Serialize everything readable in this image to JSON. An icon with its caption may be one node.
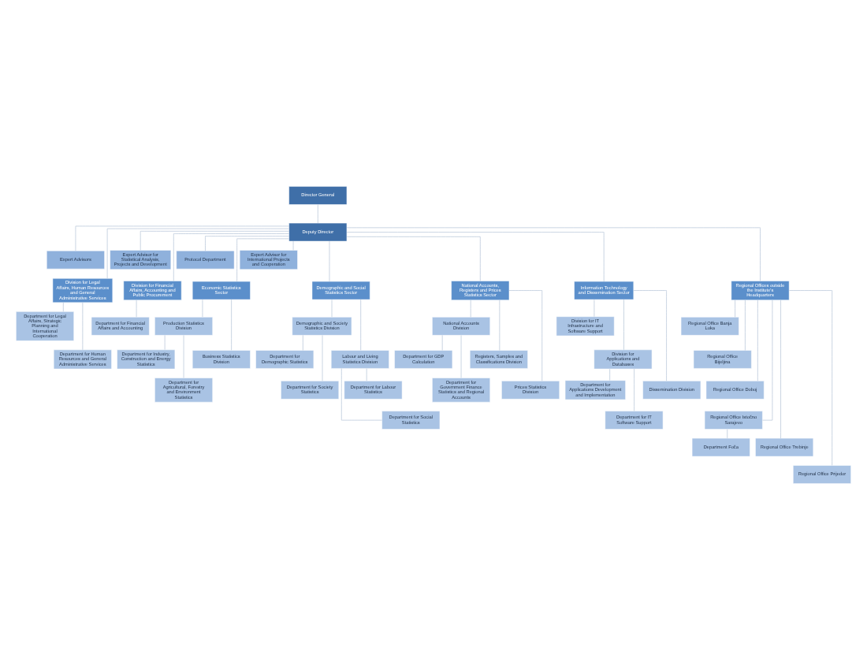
{
  "diagram": {
    "nodes": [
      {
        "text": [
          "Director General"
        ]
      },
      {
        "text": [
          "Deputy Director"
        ]
      },
      {
        "text": [
          "Expert Advisors"
        ]
      },
      {
        "text": [
          "Expert Advisor for Statistical Analysis, Projects and Development"
        ]
      },
      {
        "text": [
          "Protocol Department"
        ]
      },
      {
        "text": [
          "Expert Advisor for International Projects and Cooperation"
        ]
      },
      {
        "text": [
          "Division for Legal Affairs, Human Resources and General Administrative Services"
        ]
      },
      {
        "text": [
          "Department for Legal Affairs, Strategic Planning and International Cooperation"
        ]
      },
      {
        "text": [
          "Department for Human Resources and General Administrative Services"
        ]
      },
      {
        "text": [
          "Division for Financial Affairs, Accounting and Public Procurement"
        ]
      },
      {
        "text": [
          "Department for Financial Affairs and Accounting"
        ]
      },
      {
        "text": [
          "Economic Statistics Sector"
        ]
      },
      {
        "text": [
          "Production Statistics Division"
        ]
      },
      {
        "text": [
          "Department for Industry, Construction and Energy Statistics"
        ]
      },
      {
        "text": [
          "Department for Agricultural, Forestry and Environment Statistics"
        ]
      },
      {
        "text": [
          "Business Statistics Division"
        ]
      },
      {
        "text": [
          "Demographic and Social Statistics Sector"
        ]
      },
      {
        "text": [
          "Demographic and Society Statistics Division"
        ]
      },
      {
        "text": [
          "Department for Demographic Statistics"
        ]
      },
      {
        "text": [
          "Department for Society Statistics"
        ]
      },
      {
        "text": [
          "Labour and Living Statistics Division"
        ]
      },
      {
        "text": [
          "Department for Labour Statistics"
        ]
      },
      {
        "text": [
          "Department for Social Statistics"
        ]
      },
      {
        "text": [
          "National Accounts, Registers and Prices Statistics Sector"
        ]
      },
      {
        "text": [
          "National Accounts Division"
        ]
      },
      {
        "text": [
          "Department for GDP Calculation"
        ]
      },
      {
        "text": [
          "Department for Government Finance Statistics and Regional Accounts"
        ]
      },
      {
        "text": [
          "Registers, Samples and Classifications Division"
        ]
      },
      {
        "text": [
          "Prices Statistics Division"
        ]
      },
      {
        "text": [
          "Information Technology and Dissemination Sector"
        ]
      },
      {
        "text": [
          "Division for IT Infrastructure and Software Support"
        ]
      },
      {
        "text": [
          "Division for Applications and Databases"
        ]
      },
      {
        "text": [
          "Department for Applications Development and Implementation"
        ]
      },
      {
        "text": [
          "Department for IT Software Support"
        ]
      },
      {
        "text": [
          "Dissemination Division"
        ]
      },
      {
        "text": [
          "Regional Offices outside the Institute's Headquarters"
        ]
      },
      {
        "text": [
          "Regional Office Banja Luka"
        ]
      },
      {
        "text": [
          "Regional Office Bijeljina"
        ]
      },
      {
        "text": [
          "Regional Office Doboj"
        ]
      },
      {
        "text": [
          "Regional Office Istočno Sarajevo"
        ]
      },
      {
        "text": [
          "Department Foča"
        ]
      },
      {
        "text": [
          "Regional Office Trebinje"
        ]
      },
      {
        "text": [
          "Regional Office Prijedor"
        ]
      }
    ],
    "edges": [
      {
        "from": 0,
        "to": 1,
        "arrow": "none"
      },
      {
        "from": 1,
        "to": 2,
        "arrow": "none"
      },
      {
        "from": 1,
        "to": 3,
        "arrow": "none"
      },
      {
        "from": 1,
        "to": 4,
        "arrow": "none"
      },
      {
        "from": 1,
        "to": 5,
        "arrow": "none"
      },
      {
        "from": 1,
        "to": 6,
        "arrow": "none"
      },
      {
        "from": 6,
        "to": 7,
        "arrow": "none"
      },
      {
        "from": 6,
        "to": 8,
        "arrow": "none"
      },
      {
        "from": 1,
        "to": 9,
        "arrow": "none"
      },
      {
        "from": 9,
        "to": 10,
        "arrow": "none"
      },
      {
        "from": 1,
        "to": 11,
        "arrow": "none"
      },
      {
        "from": 11,
        "to": 12,
        "arrow": "none"
      },
      {
        "from": 12,
        "to": 13,
        "arrow": "none"
      },
      {
        "from": 12,
        "to": 14,
        "arrow": "none"
      },
      {
        "from": 11,
        "to": 15,
        "arrow": "none"
      },
      {
        "from": 1,
        "to": 16,
        "arrow": "none"
      },
      {
        "from": 16,
        "to": 17,
        "arrow": "none"
      },
      {
        "from": 17,
        "to": 18,
        "arrow": "none"
      },
      {
        "from": 17,
        "to": 19,
        "arrow": "none"
      },
      {
        "from": 16,
        "to": 20,
        "arrow": "none"
      },
      {
        "from": 20,
        "to": 21,
        "arrow": "none"
      },
      {
        "from": 20,
        "to": 22,
        "arrow": "none"
      },
      {
        "from": 1,
        "to": 23,
        "arrow": "none"
      },
      {
        "from": 23,
        "to": 24,
        "arrow": "none"
      },
      {
        "from": 24,
        "to": 25,
        "arrow": "none"
      },
      {
        "from": 24,
        "to": 26,
        "arrow": "none"
      },
      {
        "from": 23,
        "to": 27,
        "arrow": "none"
      },
      {
        "from": 23,
        "to": 28,
        "arrow": "none"
      },
      {
        "from": 1,
        "to": 29,
        "arrow": "none"
      },
      {
        "from": 29,
        "to": 30,
        "arrow": "none"
      },
      {
        "from": 29,
        "to": 31,
        "arrow": "none"
      },
      {
        "from": 31,
        "to": 32,
        "arrow": "none"
      },
      {
        "from": 31,
        "to": 33,
        "arrow": "none"
      },
      {
        "from": 29,
        "to": 34,
        "arrow": "none"
      },
      {
        "from": 1,
        "to": 35,
        "arrow": "none"
      },
      {
        "from": 35,
        "to": 36,
        "arrow": "none"
      },
      {
        "from": 35,
        "to": 37,
        "arrow": "none"
      },
      {
        "from": 35,
        "to": 38,
        "arrow": "none"
      },
      {
        "from": 35,
        "to": 39,
        "arrow": "none"
      },
      {
        "from": 39,
        "to": 40,
        "arrow": "none"
      },
      {
        "from": 35,
        "to": 41,
        "arrow": "none"
      },
      {
        "from": 35,
        "to": 42,
        "arrow": "none"
      }
    ]
  }
}
